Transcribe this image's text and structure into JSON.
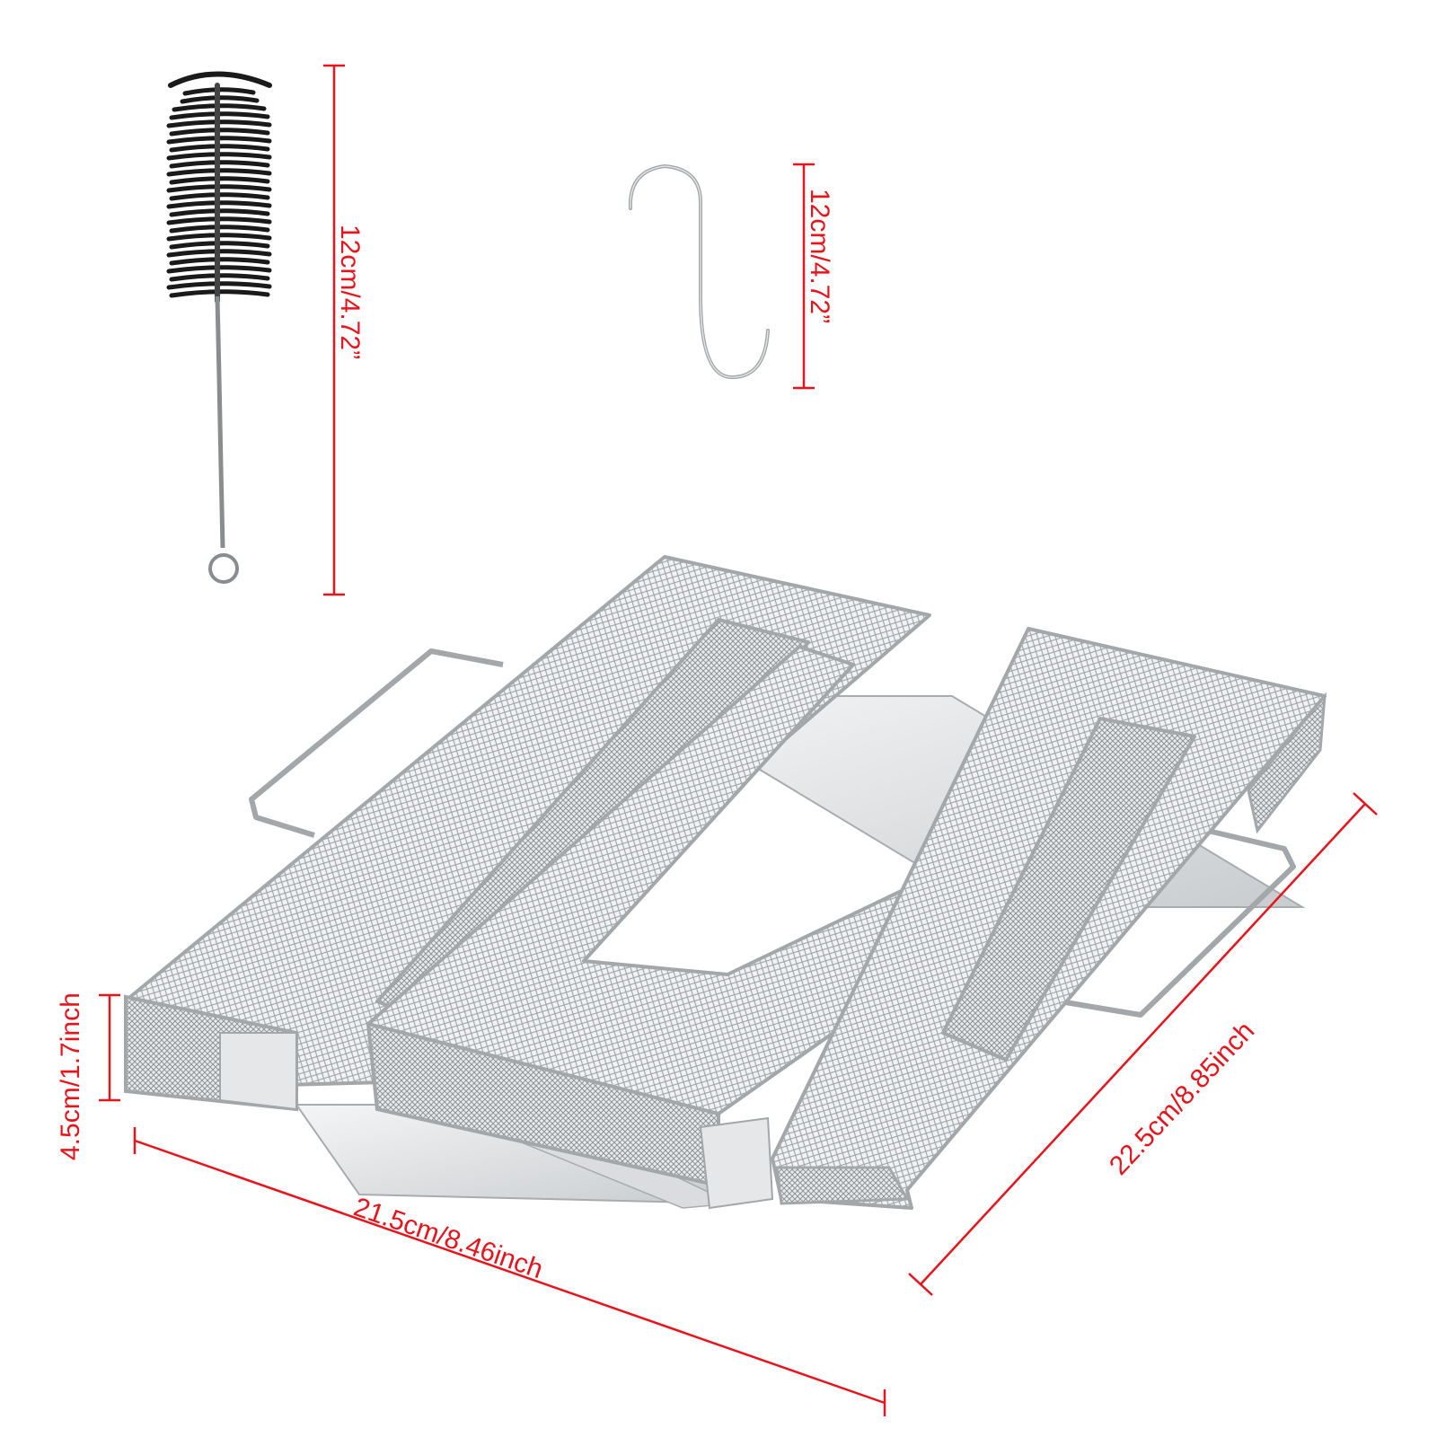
{
  "colors": {
    "dimension_line": "#e8141c",
    "dimension_text": "#e8141c",
    "steel": "#b9bcbf",
    "steel_dark": "#8e9296",
    "bristle": "#1a1a1a"
  },
  "dimensions": {
    "brush_length": "12cm/4.72”",
    "hook_length": "12cm/4.72”",
    "box_height": "4.5cm/1.7inch",
    "box_width": "21.5cm/8.46inch",
    "box_depth": "22.5cm/8.85inch"
  },
  "icons": {
    "brush": "cleaning-brush-icon",
    "hook": "s-hook-icon",
    "box": "smoker-mesh-box-icon"
  }
}
